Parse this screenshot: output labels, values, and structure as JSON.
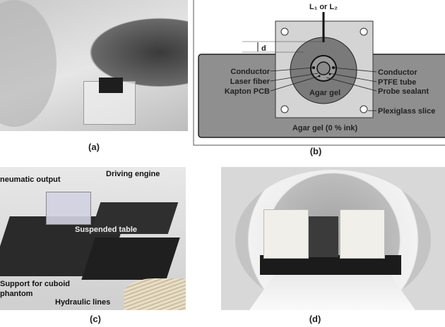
{
  "panels": {
    "a": {
      "label": "(a)"
    },
    "b": {
      "label": "(b)",
      "rod_label": "L₁ or L₂",
      "distance_label": "d",
      "left_labels": [
        "Conductor",
        "Laser fiber",
        "Kapton PCB"
      ],
      "right_labels": [
        "Conductor",
        "PTFE tube",
        "Probe sealant",
        "Plexiglass slice"
      ],
      "center_label": "Agar gel",
      "bottom_label": "Agar gel (0 % ink)"
    },
    "c": {
      "label": "(c)",
      "annotations": {
        "pneumatic": "neumatic output",
        "engine": "Driving engine",
        "table": "Suspended table",
        "support_1": "Support for cuboid",
        "support_2": "phantom",
        "hydraulic": "Hydraulic lines"
      }
    },
    "d": {
      "label": "(d)"
    }
  },
  "colors": {
    "agar_dark": "#7a7a7a",
    "agar_mid": "#8f8f8f",
    "plexiglass": "#d4d4d4"
  }
}
